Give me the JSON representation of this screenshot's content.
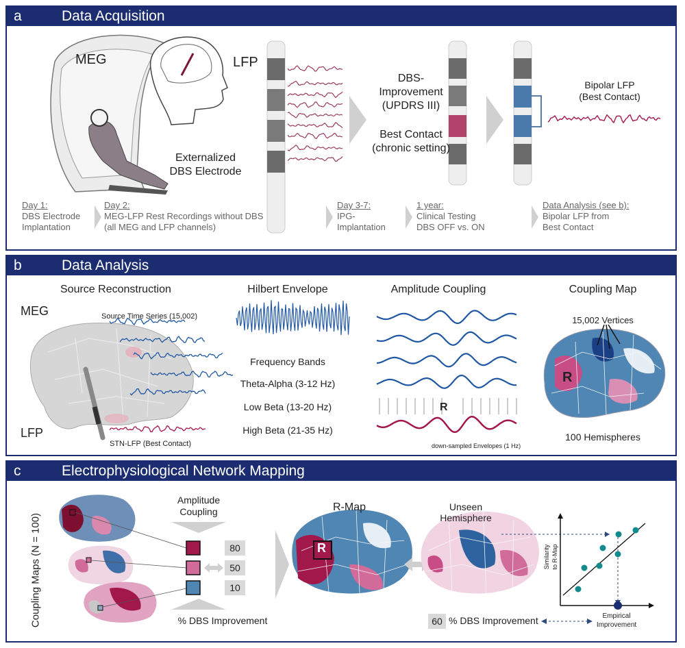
{
  "panel_a": {
    "letter": "a",
    "title": "Data Acquisition",
    "meg": "MEG",
    "lfp": "LFP",
    "ext_line1": "Externalized",
    "ext_line2": "DBS Electrode",
    "dbs_imp1": "DBS-",
    "dbs_imp2": "Improvement",
    "dbs_imp3": "(UPDRS III)",
    "best1": "Best Contact",
    "best2": "(chronic setting)",
    "bip1": "Bipolar LFP",
    "bip2": "(Best Contact)",
    "timeline": [
      {
        "head": "Day 1:",
        "l1": "DBS Electrode",
        "l2": "Implantation"
      },
      {
        "head": "Day 2:",
        "l1": "MEG-LFP Rest Recordings without DBS",
        "l2": "(all MEG and LFP channels)"
      },
      {
        "head": "Day 3-7:",
        "l1": "IPG-",
        "l2": "Implantation"
      },
      {
        "head": "1 year:",
        "l1": "Clinical Testing",
        "l2": "DBS OFF vs. ON"
      },
      {
        "head": "Data Analysis (see b):",
        "l1": "Bipolar LFP from",
        "l2": "Best Contact"
      }
    ]
  },
  "panel_b": {
    "letter": "b",
    "title": "Data Analysis",
    "source_title": "Source Reconstruction",
    "meg": "MEG",
    "lfp": "LFP",
    "source_ts": "Source Time Series (15,002)",
    "stn": "STN-LFP (Best Contact)",
    "hilbert_title": "Hilbert Envelope",
    "freq_title": "Frequency Bands",
    "bands": [
      "Theta-Alpha (3-12 Hz)",
      "Low Beta (13-20 Hz)",
      "High Beta (21-35 Hz)"
    ],
    "amp_title": "Amplitude Coupling",
    "r": "R",
    "down": "down-sampled Envelopes (1 Hz)",
    "map_title": "Coupling Map",
    "vertices": "15,002 Vertices",
    "hemis": "100 Hemispheres"
  },
  "panel_c": {
    "letter": "c",
    "title": "Electrophysiological Network Mapping",
    "ylab": "Coupling Maps (N = 100)",
    "amp1": "Amplitude",
    "amp2": "Coupling",
    "nums": [
      "80",
      "50",
      "10"
    ],
    "pct": "% DBS Improvement",
    "rmap": "R-Map",
    "r": "R",
    "unseen1": "Unseen",
    "unseen2": "Hemisphere",
    "sixty": "60",
    "pct2": "% DBS Improvement",
    "sim1": "Similarity",
    "sim2": "to R-Map",
    "emp1": "Empirical",
    "emp2": "Improvement"
  },
  "colors": {
    "navy": "#1b2d70",
    "blue": "#1f57a3",
    "crimson": "#a3184a",
    "teal": "#138a8c",
    "gray": "#cfcfcf"
  }
}
